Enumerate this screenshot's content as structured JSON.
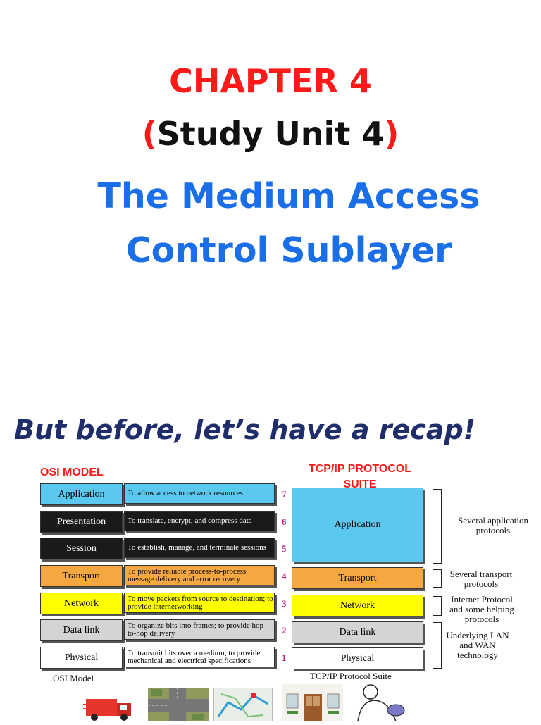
{
  "chapter": "CHAPTER 4",
  "unit": {
    "open": "(",
    "text": "Study Unit 4",
    "close": ")"
  },
  "topic_line1": "The Medium Access",
  "topic_line2": "Control Sublayer",
  "recap": "But before, let’s have a recap!",
  "osi_label": "OSI MODEL",
  "tcp_label": "TCP/IP PROTOCOL SUITE",
  "osi_layers": [
    {
      "name": "Application",
      "desc": "To allow access to network resources",
      "num": "7"
    },
    {
      "name": "Presentation",
      "desc": "To translate, encrypt, and compress data",
      "num": "6"
    },
    {
      "name": "Session",
      "desc": "To establish, manage, and terminate sessions",
      "num": "5"
    },
    {
      "name": "Transport",
      "desc": "To provide reliable process-to-process message delivery and error recovery",
      "num": "4"
    },
    {
      "name": "Network",
      "desc": "To move packets from source to destination; to provide internetworking",
      "num": "3"
    },
    {
      "name": "Data link",
      "desc": "To organize bits into frames; to provide hop-to-hop delivery",
      "num": "2"
    },
    {
      "name": "Physical",
      "desc": "To transmit bits over a medium; to provide mechanical and electrical specifications",
      "num": "1"
    }
  ],
  "tcp_layers": [
    "Application",
    "Transport",
    "Network",
    "Data link",
    "Physical"
  ],
  "notes": {
    "app": "Several application protocols",
    "transport": "Several transport protocols",
    "network": "Internet Protocol and some helping protocols",
    "underlying": "Underlying LAN and WAN technology"
  },
  "caption_osi": "OSI Model",
  "caption_tcp": "TCP/IP Protocol Suite",
  "icons": [
    "delivery-truck-icon",
    "road-intersection-icon",
    "map-route-icon",
    "building-door-icon",
    "person-icon"
  ],
  "colors": {
    "red": "#ff1a1a",
    "blue": "#1a6fe8",
    "navy": "#1f2e6b",
    "layer_blue": "#5bc8ef",
    "layer_orange": "#f5a742",
    "layer_yellow": "#ffff00",
    "layer_grey": "#d4d4d4",
    "layer_black": "#1a1a1a"
  }
}
